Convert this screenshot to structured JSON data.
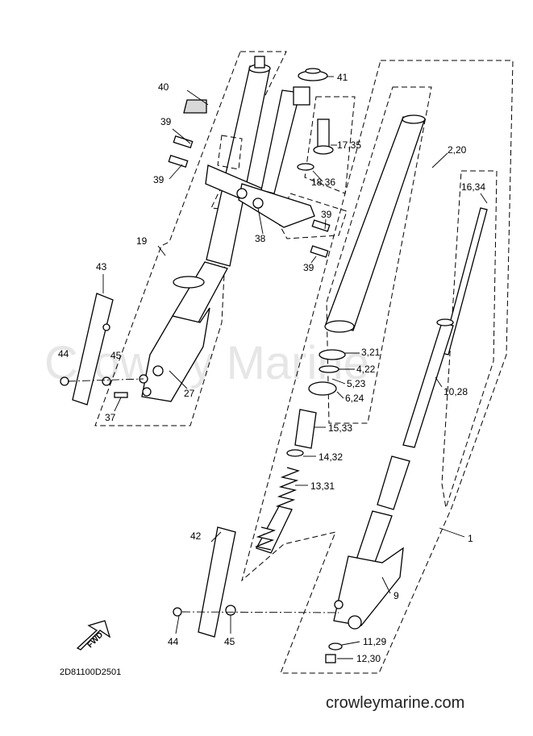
{
  "watermark": "Crowley Marine",
  "diagram_code": "2D81100D2501",
  "website": "crowleymarine.com",
  "fwd_label": "FWD",
  "labels": {
    "l41": "41",
    "l40": "40",
    "l39a": "39",
    "l39b": "39",
    "l39c": "39",
    "l39d": "39",
    "l17_35": "17,35",
    "l18_36": "18,36",
    "l2_20": "2,20",
    "l16_34": "16,34",
    "l38": "38",
    "l19": "19",
    "l43": "43",
    "l44a": "44",
    "l45a": "45",
    "l27": "27",
    "l37": "37",
    "l3_21": "3,21",
    "l4_22": "4,22",
    "l5_23": "5,23",
    "l6_24": "6,24",
    "l10_28": "10,28",
    "l15_33": "15,33",
    "l14_32": "14,32",
    "l13_31": "13,31",
    "l1": "1",
    "l42": "42",
    "l9": "9",
    "l44b": "44",
    "l45b": "45",
    "l11_29": "11,29",
    "l12_30": "12,30"
  }
}
